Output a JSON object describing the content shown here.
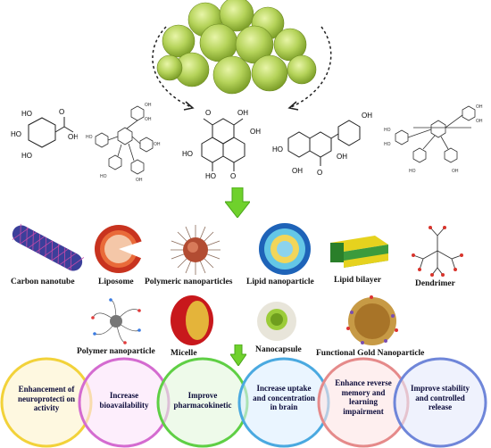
{
  "nanocarriers_row1": [
    {
      "key": "carbon",
      "label": "Carbon nanotube"
    },
    {
      "key": "liposome",
      "label": "Liposome"
    },
    {
      "key": "polymeric",
      "label": "Polymeric nanoparticles"
    },
    {
      "key": "lipid_np",
      "label": "Lipid nanoparticle"
    },
    {
      "key": "bilayer",
      "label": "Lipid bilayer"
    },
    {
      "key": "dendrimer",
      "label": "Dendrimer"
    }
  ],
  "nanocarriers_row2": [
    {
      "key": "polymer_np",
      "label": "Polymer nanoparticle"
    },
    {
      "key": "micelle",
      "label": "Micelle"
    },
    {
      "key": "nanocapsule",
      "label": "Nanocapsule"
    },
    {
      "key": "gold",
      "label": "Functional Gold Nanoparticle"
    }
  ],
  "outcomes": [
    {
      "text": "Enhancement of neuroprotecti on activity",
      "color": "#f2d23a",
      "fill": "#fdf6d6"
    },
    {
      "text": "Increase bioavailability",
      "color": "#d46bd0",
      "fill": "#fbe3fa"
    },
    {
      "text": "Improve pharmacokinetic",
      "color": "#5fcf45",
      "fill": "#e3f7dc"
    },
    {
      "text": "Increase uptake and concentration in brain",
      "color": "#4aa9e0",
      "fill": "#dcefff"
    },
    {
      "text": "Enhance reverse memory and learning impairment",
      "color": "#e58a8a",
      "fill": "#fde4e4"
    },
    {
      "text": "Improve stability and controlled release",
      "color": "#6f86d9",
      "fill": "#e4e9fb"
    }
  ],
  "molecule_labels": {
    "gallic": [
      "HO",
      "HO",
      "HO",
      "OH",
      "O"
    ],
    "ellagic": [
      "OH",
      "OH",
      "HO",
      "HO",
      "O",
      "O"
    ],
    "flavonoid": [
      "OH",
      "HO",
      "OH",
      "OH",
      "O"
    ]
  }
}
